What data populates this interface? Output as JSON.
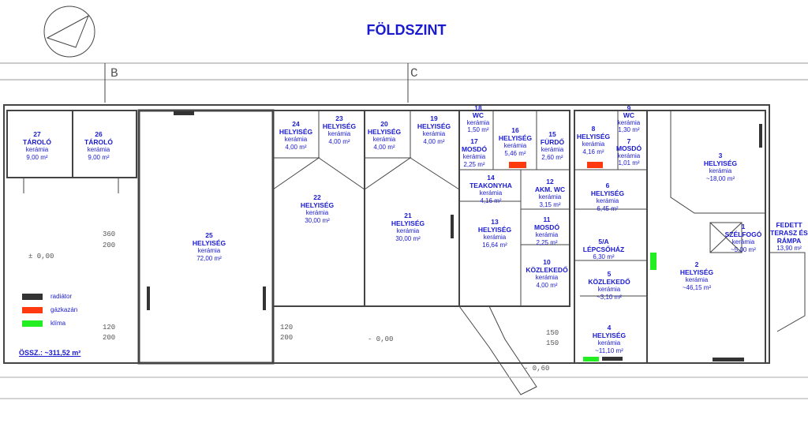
{
  "title": "FÖLDSZINT",
  "axis_labels": [
    "B",
    "C"
  ],
  "level_marks": [
    "± 0,00",
    "- 0,00",
    "- 0,60"
  ],
  "dimensions": [
    "360",
    "200",
    "120",
    "200",
    "120",
    "200",
    "150",
    "150"
  ],
  "rooms": [
    {
      "no": "27",
      "name": "TÁROLÓ",
      "material": "kerámia",
      "area": "9,00 m²"
    },
    {
      "no": "26",
      "name": "TÁROLÓ",
      "material": "kerámia",
      "area": "9,00 m²"
    },
    {
      "no": "25",
      "name": "HELYISÉG",
      "material": "kerámia",
      "area": "72,00 m²"
    },
    {
      "no": "24",
      "name": "HELYISÉG",
      "material": "kerámia",
      "area": "4,00 m²"
    },
    {
      "no": "23",
      "name": "HELYISÉG",
      "material": "kerámia",
      "area": "4,00 m²"
    },
    {
      "no": "22",
      "name": "HELYISÉG",
      "material": "kerámia",
      "area": "30,00 m²"
    },
    {
      "no": "20",
      "name": "HELYISÉG",
      "material": "kerámia",
      "area": "4,00 m²"
    },
    {
      "no": "19",
      "name": "HELYISÉG",
      "material": "kerámia",
      "area": "4,00 m²"
    },
    {
      "no": "21",
      "name": "HELYISÉG",
      "material": "kerámia",
      "area": "30,00 m²"
    },
    {
      "no": "18",
      "name": "WC",
      "material": "kerámia",
      "area": "1,50 m²"
    },
    {
      "no": "17",
      "name": "MOSDÓ",
      "material": "kerámia",
      "area": "2,25 m²"
    },
    {
      "no": "16",
      "name": "HELYISÉG",
      "material": "kerámia",
      "area": "5,46 m²"
    },
    {
      "no": "15",
      "name": "FÜRDŐ",
      "material": "kerámia",
      "area": "2,60 m²"
    },
    {
      "no": "14",
      "name": "TEAKONYHA",
      "material": "kerámia",
      "area": "4,16 m²"
    },
    {
      "no": "12",
      "name": "AKM. WC",
      "material": "kerámia",
      "area": "3,15 m²"
    },
    {
      "no": "13",
      "name": "HELYISÉG",
      "material": "kerámia",
      "area": "16,64 m²"
    },
    {
      "no": "11",
      "name": "MOSDÓ",
      "material": "kerámia",
      "area": "2,25 m²"
    },
    {
      "no": "10",
      "name": "KÖZLEKEDŐ",
      "material": "kerámia",
      "area": "4,00 m²"
    },
    {
      "no": "8",
      "name": "HELYISÉG",
      "material": "kerámia",
      "area": "4,16 m²"
    },
    {
      "no": "9",
      "name": "WC",
      "material": "kerámia",
      "area": "1,30 m²"
    },
    {
      "no": "7",
      "name": "MOSDÓ",
      "material": "kerámia",
      "area": "1,01 m²"
    },
    {
      "no": "6",
      "name": "HELYISÉG",
      "material": "kerámia",
      "area": "6,45 m²"
    },
    {
      "no": "5/A",
      "name": "LÉPCSŐHÁZ",
      "material": "",
      "area": "6,30 m²"
    },
    {
      "no": "5",
      "name": "KÖZLEKEDŐ",
      "material": "kerámia",
      "area": "~3,10 m²"
    },
    {
      "no": "4",
      "name": "HELYISÉG",
      "material": "kerámia",
      "area": "~11,10 m²"
    },
    {
      "no": "3",
      "name": "HELYISÉG",
      "material": "kerámia",
      "area": "~18,00 m²"
    },
    {
      "no": "2",
      "name": "HELYISÉG",
      "material": "kerámia",
      "area": "~46,15 m²"
    },
    {
      "no": "1",
      "name": "SZÉLFOGÓ",
      "material": "kerámia",
      "area": "~5,00 m²"
    },
    {
      "no": "",
      "name": "FEDETT TERASZ ÉS RÁMPA",
      "material": "",
      "area": "13,90 m²"
    }
  ],
  "legend": [
    {
      "label": "radiátor",
      "color": "#333333"
    },
    {
      "label": "gázkazán",
      "color": "#ff3a10"
    },
    {
      "label": "klíma",
      "color": "#22ee22"
    }
  ],
  "total": "ÖSSZ.: ~311,52 m²"
}
